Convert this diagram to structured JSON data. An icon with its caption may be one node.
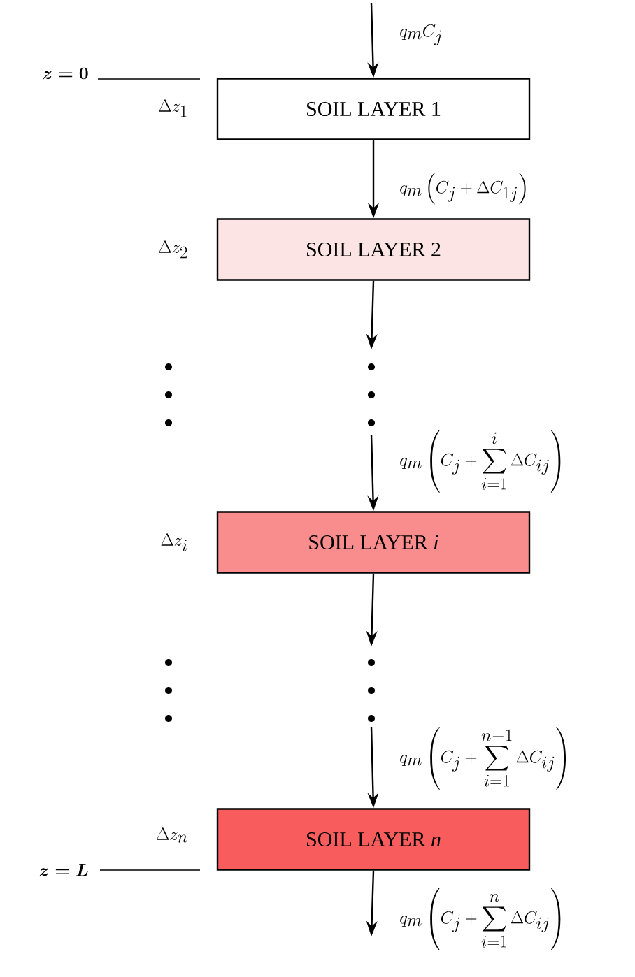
{
  "diagram": {
    "nodes": [
      {
        "text": [
          "SOIL LAYER 1"
        ]
      },
      {
        "text": [
          "SOIL LAYER 2"
        ]
      },
      {
        "text": [
          "SOIL LAYER *i*"
        ]
      },
      {
        "text": [
          "SOIL LAYER *n*"
        ]
      }
    ],
    "edges": [
      {
        "from": null,
        "to": 0,
        "arrow": "to",
        "label": "q_m C_j"
      },
      {
        "from": 0,
        "to": 1,
        "arrow": "to",
        "label": "q_m\\left(C_j+\\Delta C_{1j}\\right)"
      },
      {
        "from": 1,
        "to": null,
        "arrow": "to"
      },
      {
        "from": null,
        "to": 2,
        "arrow": "to",
        "label": "q_m\\left(C_j+\\sum_{i=1}^{i}\\Delta C_{ij}\\right)"
      },
      {
        "from": 2,
        "to": null,
        "arrow": "to"
      },
      {
        "from": null,
        "to": 3,
        "arrow": "to",
        "label": "q_m\\left(C_j+\\sum_{i=1}^{n-1}\\Delta C_{ij}\\right)"
      },
      {
        "from": 3,
        "to": null,
        "arrow": "to",
        "label": "q_m\\left(C_j+\\sum_{i=1}^{n}\\Delta C_{ij}\\right)"
      }
    ],
    "labels": [
      "\\boldsymbol{z=0}",
      "\\Delta z_1",
      "\\Delta z_2",
      "\\Delta z_i",
      "\\Delta z_n",
      "\\boldsymbol{z=L}"
    ]
  }
}
